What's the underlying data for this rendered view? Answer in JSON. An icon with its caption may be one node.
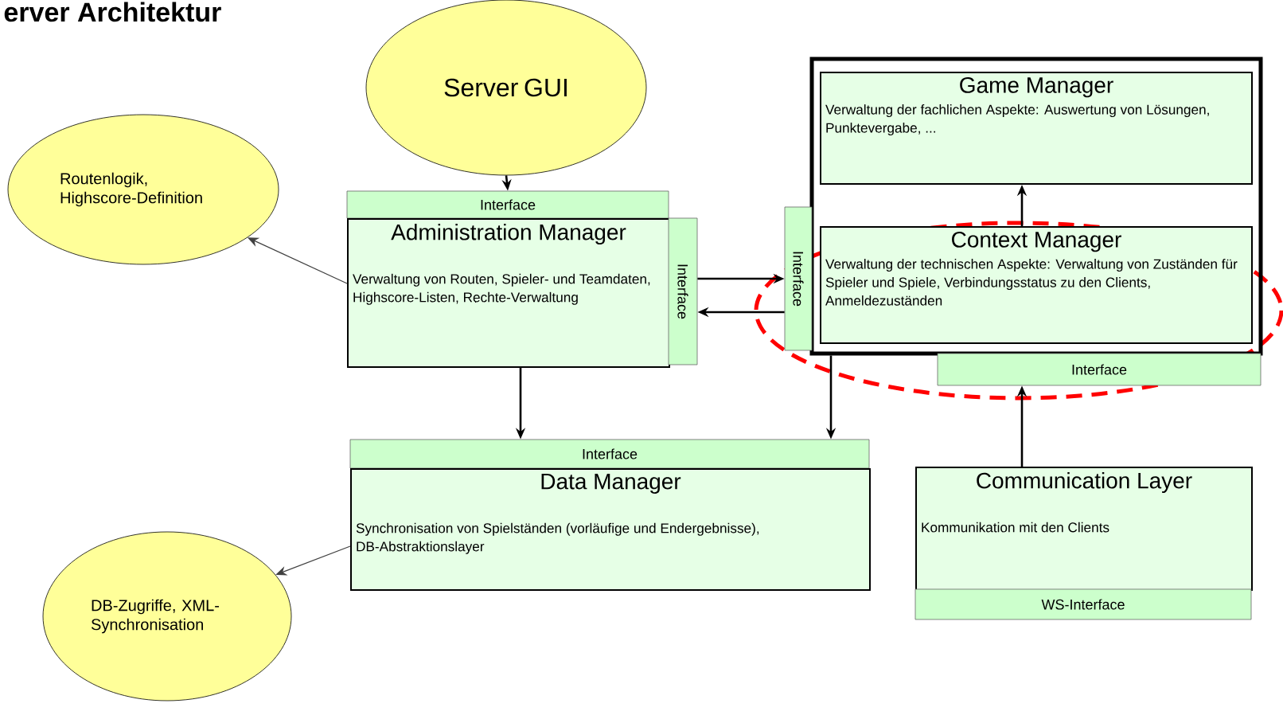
{
  "diagram": {
    "title": "erver Architektur",
    "nodes": [
      {
        "text": [
          "Server GUI"
        ]
      },
      {
        "text": [
          "Routenlogik, Highscore-Definition"
        ]
      },
      {
        "text": [
          "Interface"
        ]
      },
      {
        "text": [
          "Administration Manager",
          "Verwaltung von Routen, Spieler- und Teamdaten, Highscore-Listen, Rechte-Verwaltung"
        ]
      },
      {
        "text": [
          "Interface"
        ]
      },
      {
        "text": [],
        "shape": "box"
      },
      {
        "text": [
          "Game Manager",
          "Verwaltung der fachlichen Aspekte: Auswertung von Lösungen, Punktevergabe, ..."
        ],
        "in": 5
      },
      {
        "text": [
          "Context Manager",
          "Verwaltung der technischen Aspekte: Verwaltung von Zuständen für Spieler und Spiele, Verbindungsstatus zu den Clients, Anmeldezuständen"
        ],
        "in": 5
      },
      {
        "text": [
          "Interface"
        ]
      },
      {
        "text": [
          "Interface"
        ]
      },
      {
        "text": [
          "Interface"
        ]
      },
      {
        "text": [
          "Data Manager",
          "Synchronisation von Spielständen (vorläufige und Endergebnisse), DB-Abstraktionslayer"
        ]
      },
      {
        "text": [
          "DB-Zugriffe, XML-Synchronisation"
        ]
      },
      {
        "text": [
          "Communication Layer",
          "Kommunikation mit den Clients"
        ]
      },
      {
        "text": [
          "WS-Interface"
        ]
      }
    ],
    "edges": [
      {
        "from": 0,
        "to": 2,
        "arrow": "to"
      },
      {
        "from": 3,
        "to": 1,
        "arrow": "to",
        "color": "#404040"
      },
      {
        "from": 4,
        "to": 8,
        "arrow": "to"
      },
      {
        "from": 8,
        "to": 4,
        "arrow": "to"
      },
      {
        "from": 3,
        "to": 10,
        "arrow": "to"
      },
      {
        "from": 5,
        "to": 10,
        "arrow": "to"
      },
      {
        "from": 7,
        "to": 6,
        "arrow": "to"
      },
      {
        "from": 13,
        "to": 9,
        "arrow": "to"
      },
      {
        "from": 11,
        "to": 12,
        "arrow": "to",
        "color": "#404040"
      }
    ]
  }
}
